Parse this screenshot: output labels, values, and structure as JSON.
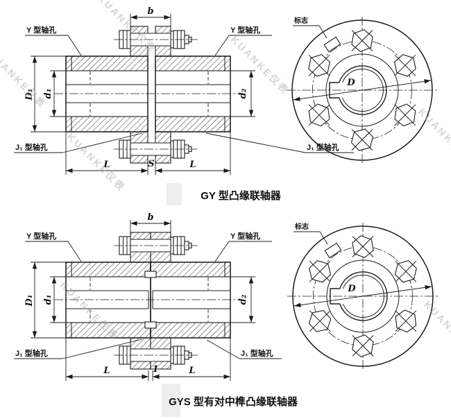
{
  "watermark": {
    "text": "KUANKE仪表"
  },
  "gy": {
    "caption": "GY 型凸缘联轴器",
    "section": {
      "labels": {
        "y_left": "Y 型轴孔",
        "y_right": "Y 型轴孔",
        "j1_left": "J₁ 型轴孔",
        "j1_right": "J₁ 型轴孔"
      },
      "dims": {
        "b": "b",
        "D1": "D₁",
        "d1": "d₁",
        "d2": "d₂",
        "L_left": "L",
        "S": "S",
        "L_right": "L"
      }
    },
    "front": {
      "mark": "标志",
      "bore_dia": "D"
    }
  },
  "gys": {
    "caption": "GYS 型有对中榫凸缘联轴器",
    "section": {
      "labels": {
        "y_left": "Y 型轴孔",
        "y_right": "Y 型轴孔",
        "j1_left": "J₁ 型轴孔",
        "j1_right": "J₁ 型轴孔"
      },
      "dims": {
        "b": "b",
        "D1": "D₁",
        "d1": "d₁",
        "d2": "d₂",
        "L_left": "L",
        "gap": "1",
        "L_right": "L"
      }
    },
    "front": {
      "mark": "标志",
      "bore_dia": "D"
    }
  }
}
